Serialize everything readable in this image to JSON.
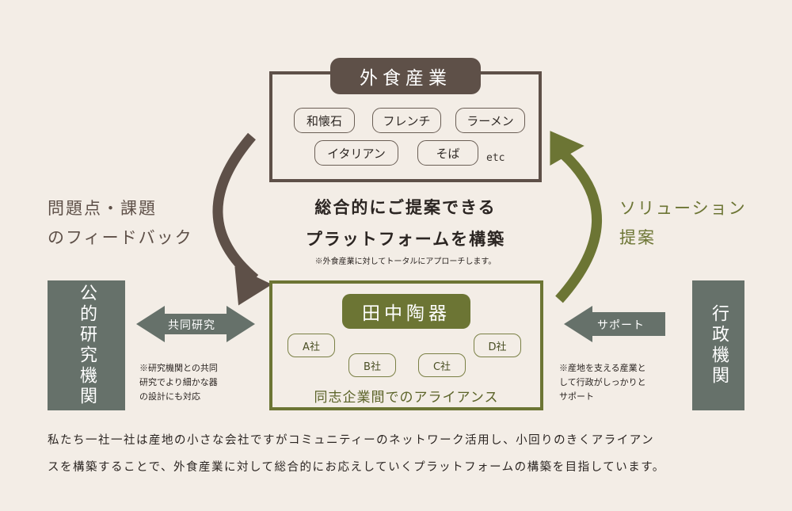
{
  "top_box": {
    "title": "外食産業",
    "tags": [
      "和懐石",
      "フレンチ",
      "ラーメン",
      "イタリアン",
      "そば"
    ],
    "etc": "etc"
  },
  "center": {
    "line1": "総合的にご提案できる",
    "line2": "プラットフォームを構築",
    "note": "※外食産業に対してトータルにアプローチします。"
  },
  "left_label": {
    "line1": "問題点・課題",
    "line2": "のフィードバック"
  },
  "right_label": {
    "line1": "ソリューション",
    "line2": "提案"
  },
  "bottom_box": {
    "title": "田中陶器",
    "companies": [
      "A社",
      "B社",
      "C社",
      "D社"
    ],
    "alliance": "同志企業間でのアライアンス"
  },
  "left_side": {
    "box": "公的研究機関",
    "arrow_label": "共同研究",
    "note_lines": [
      "※研究機関との共同",
      "研究でより細かな器",
      "の設計にも対応"
    ]
  },
  "right_side": {
    "box": "行政機関",
    "arrow_label": "サポート",
    "note_lines": [
      "※産地を支える産業と",
      "して行政がしっかりと",
      "サポート"
    ]
  },
  "footer": {
    "line1": "私たち一社一社は産地の小さな会社ですがコミュニティーのネットワーク活用し、小回りのきくアライアン",
    "line2": "スを構築することで、外食産業に対して総合的にお応えしていくプラットフォームの構築を目指しています。"
  },
  "colors": {
    "brown": "#5e5048",
    "olive": "#6c7534",
    "slate": "#66716a",
    "background": "#f3ede6"
  },
  "icons": [
    "feedback-curved-arrow",
    "solution-curved-arrow",
    "double-arrow",
    "left-arrow"
  ]
}
